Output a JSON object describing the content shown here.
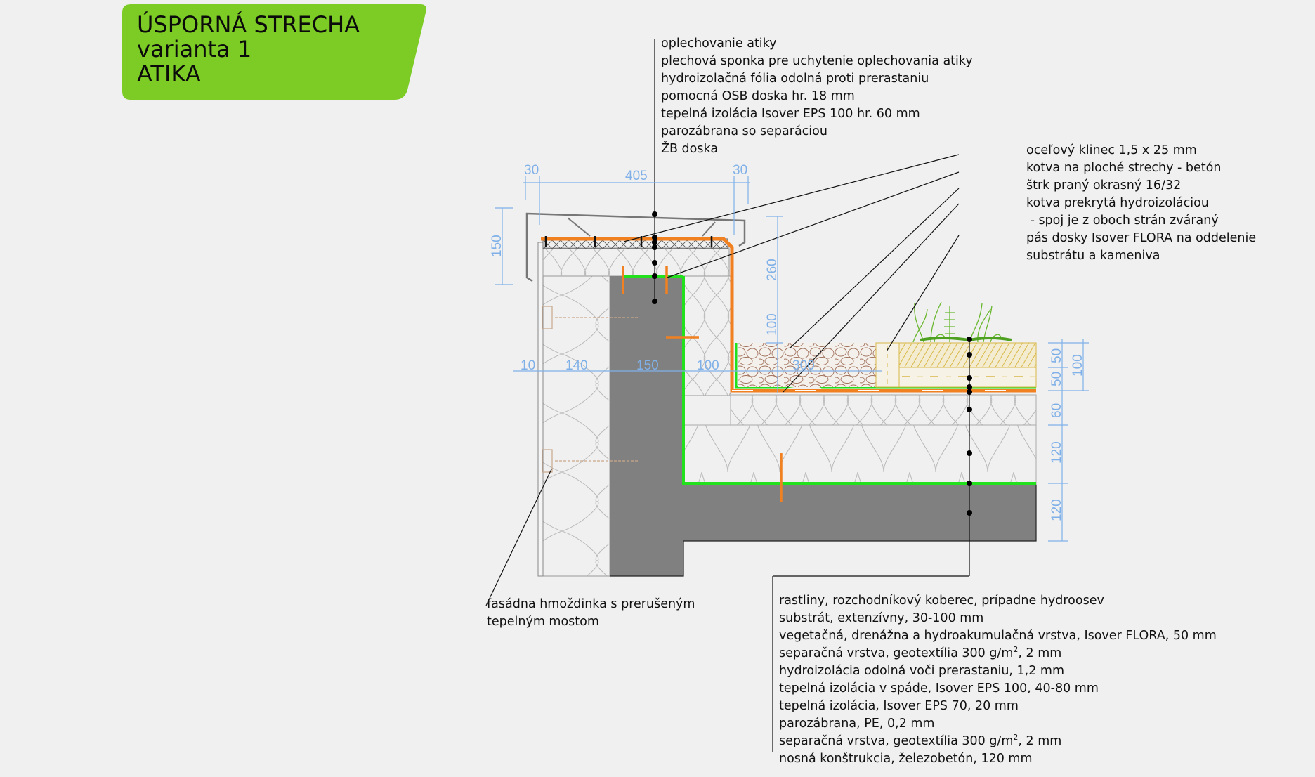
{
  "title": {
    "line1": "ÚSPORNÁ STRECHA",
    "line2": "varianta 1",
    "line3": "ATIKA"
  },
  "colors": {
    "title_green": "#7dcc26",
    "membrane_orange": "#f08020",
    "vapor_green": "#22e01c",
    "concrete_gray": "#808080",
    "dimension_blue": "#7fb0e8",
    "gravel_brown": "#a0705a",
    "substrate_gold": "#d8b848",
    "plant_green": "#6ab830"
  },
  "atika_callouts": [
    "oplechovanie atiky",
    "plechová sponka pre uchytenie oplechovania atiky",
    "hydroizolačná fólia odolná proti prerastaniu",
    "pomocná OSB doska hr. 18 mm",
    "tepelná izolácia Isover EPS 100 hr. 60 mm",
    "parozábrana so separáciou",
    "ŽB doska"
  ],
  "right_callouts": [
    "oceľový klinec 1,5 x 25 mm",
    "kotva na ploché strechy - betón",
    "štrk praný okrasný 16/32",
    "kotva prekrytá hydroizoláciou",
    " - spoj je z oboch strán zváraný",
    "pás dosky Isover FLORA na oddelenie",
    "substrátu a kameniva"
  ],
  "facade_callout": {
    "line1": "fasádna hmoždinka s prerušeným",
    "line2": "tepelným mostom"
  },
  "roof_layers": [
    {
      "text": "rastliny, rozchodníkový koberec, prípadne hydroosev"
    },
    {
      "text": "substrát, extenzívny, 30-100 mm"
    },
    {
      "text": "vegetačná, drenážna a hydroakumulačná vrstva, Isover FLORA, 50 mm"
    },
    {
      "text": "separačná vrstva, geotextília 300 g/m",
      "sup": "2",
      "tail": ", 2 mm"
    },
    {
      "text": "hydroizolácia odolná voči prerastaniu, 1,2 mm"
    },
    {
      "text": "tepelná izolácia v spáde, Isover EPS 100, 40-80 mm"
    },
    {
      "text": "tepelná izolácia, Isover EPS 70, 20 mm"
    },
    {
      "text": "parozábrana, PE, 0,2 mm"
    },
    {
      "text": "separačná vrstva, geotextília 300 g/m",
      "sup": "2",
      "tail": ", 2 mm"
    },
    {
      "text": "nosná konštrukcia, železobetón, 120 mm"
    }
  ],
  "dimensions": {
    "top_left": "30",
    "top_mid": "405",
    "top_right": "30",
    "left_vert": "150",
    "parapet_vert": "260",
    "gravel_vert": "100",
    "wall_10": "10",
    "wall_140": "140",
    "wall_150": "150",
    "wall_100": "100",
    "gravel_width": "300",
    "layer_50a": "50",
    "layer_50b": "50",
    "layer_100": "100",
    "layer_60": "60",
    "layer_120a": "120",
    "layer_120b": "120"
  }
}
